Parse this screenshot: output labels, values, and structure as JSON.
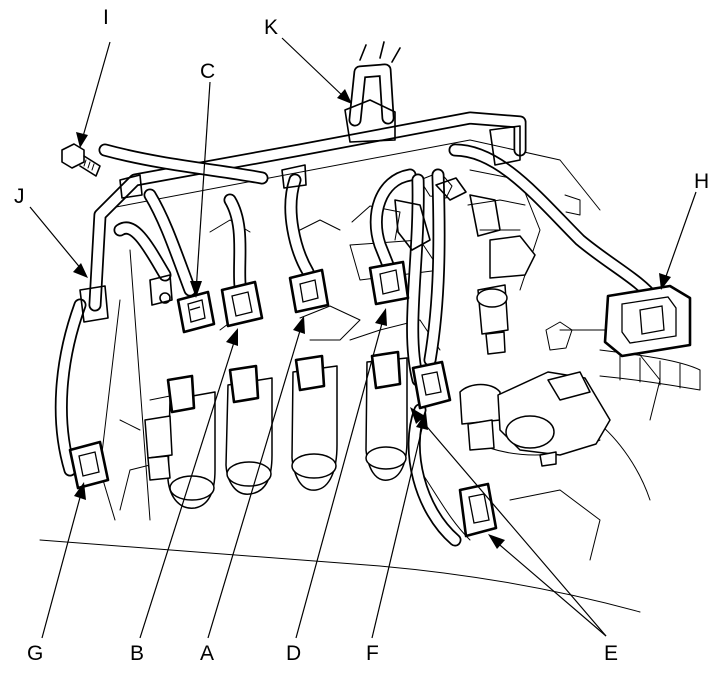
{
  "callouts": {
    "A": "A",
    "B": "B",
    "C": "C",
    "D": "D",
    "E": "E",
    "F": "F",
    "G": "G",
    "H": "H",
    "I": "I",
    "J": "J",
    "K": "K"
  }
}
